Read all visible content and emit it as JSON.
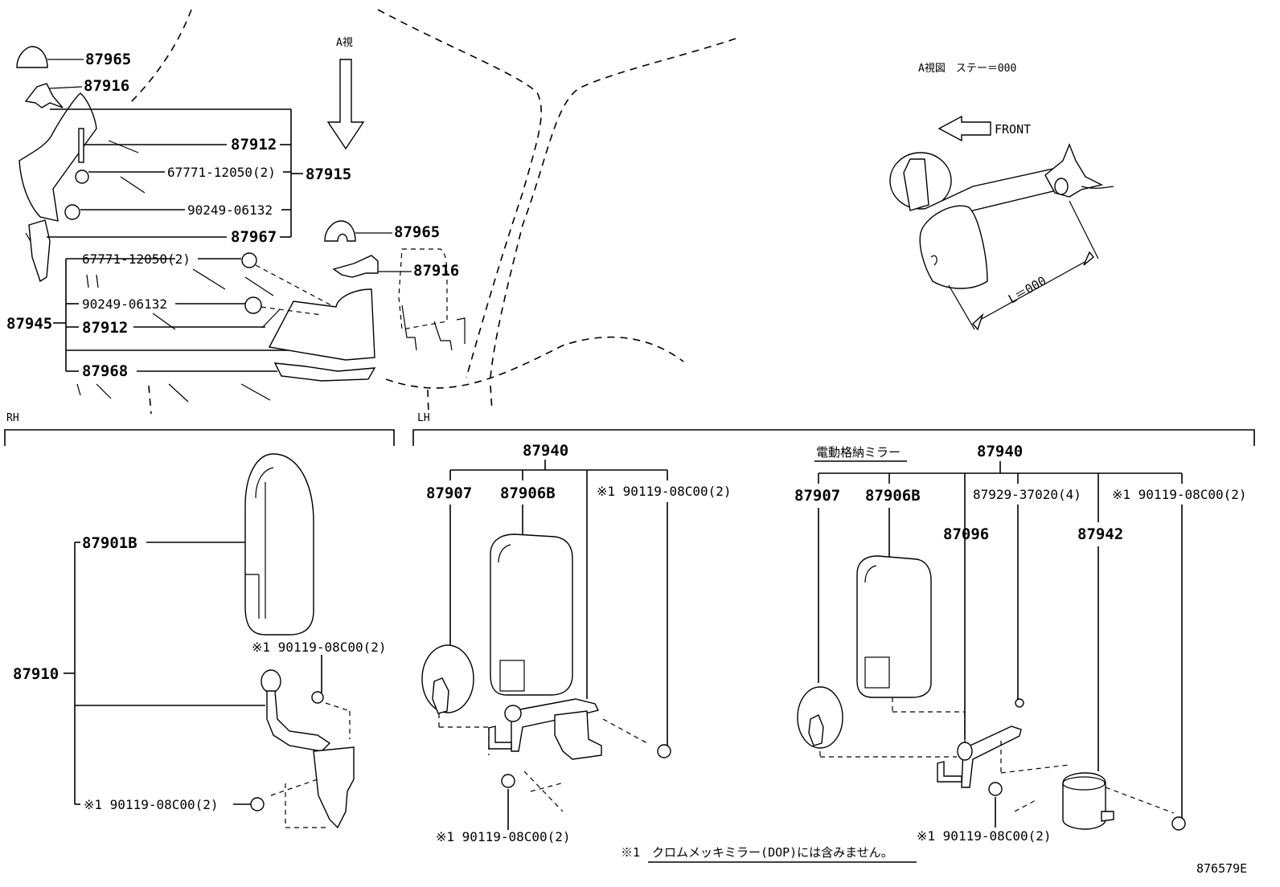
{
  "labels": {
    "a_view": "A視",
    "a_view_title": "A視図　ステー＝000",
    "front": "FRONT",
    "length": "L＝000",
    "rh": "RH",
    "lh": "LH",
    "power_fold_mirror": "電動格納ミラー",
    "footnote": "※1　クロムメッキミラー(DOP)には含みません。",
    "illustration_id": "876579E"
  },
  "top": {
    "p87965_a": "87965",
    "p87916_a": "87916",
    "p87912_a": "87912",
    "p67771_a": "67771-12050(2)",
    "p87915": "87915",
    "p90249_a": "90249-06132",
    "p87967": "87967",
    "p87965_b": "87965",
    "p87916_b": "87916",
    "p67771_b": "67771-12050(2)",
    "p90249_b": "90249-06132",
    "p87945": "87945",
    "p87912_b": "87912",
    "p87968": "87968"
  },
  "rh": {
    "p87901b": "87901B",
    "p87910": "87910",
    "bolt_upper": "※1 90119-08C00(2)",
    "bolt_lower": "※1 90119-08C00(2)"
  },
  "lh1": {
    "p87940": "87940",
    "p87907": "87907",
    "p87906b": "87906B",
    "bolt_top": "※1 90119-08C00(2)",
    "bolt_bottom": "※1 90119-08C00(2)"
  },
  "lh2": {
    "p87940": "87940",
    "p87907": "87907",
    "p87906b": "87906B",
    "p87929": "87929-37020(4)",
    "bolt_top": "※1 90119-08C00(2)",
    "p87096": "87096",
    "p87942": "87942",
    "bolt_bottom": "※1 90119-08C00(2)"
  }
}
